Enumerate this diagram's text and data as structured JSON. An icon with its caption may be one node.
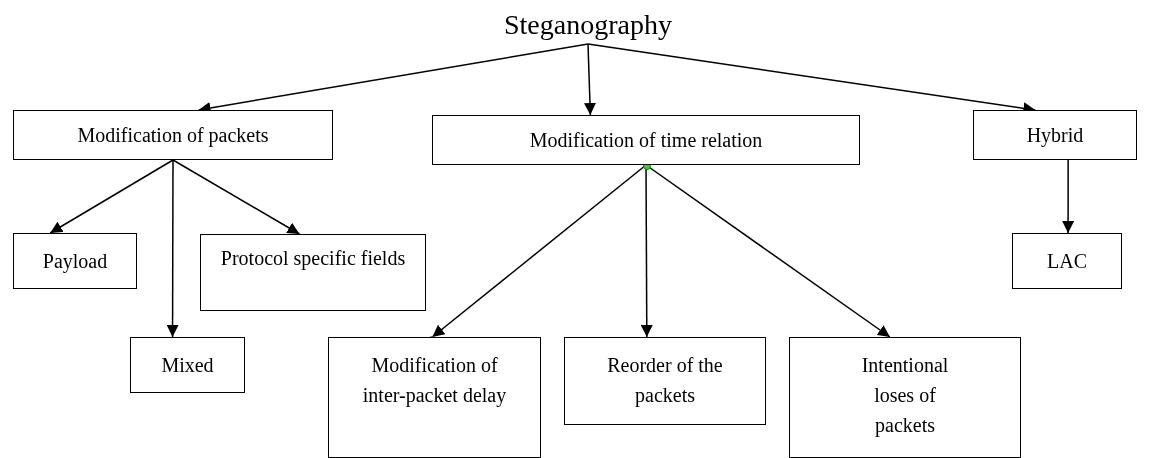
{
  "diagram": {
    "nodes": [
      {
        "text": [
          "Steganography"
        ]
      },
      {
        "text": [
          "Modification of packets"
        ]
      },
      {
        "text": [
          "Modification of time relation"
        ]
      },
      {
        "text": [
          "Hybrid"
        ]
      },
      {
        "text": [
          "Payload"
        ]
      },
      {
        "text": [
          "Protocol specific fields"
        ]
      },
      {
        "text": [
          "Mixed"
        ]
      },
      {
        "text": [
          "Modification of inter-packet delay"
        ]
      },
      {
        "text": [
          "Reorder of the packets"
        ]
      },
      {
        "text": [
          "Intentional loses of packets"
        ]
      },
      {
        "text": [
          "LAC"
        ]
      }
    ],
    "edges": [
      {
        "from": 0,
        "to": 1,
        "arrow": "to"
      },
      {
        "from": 0,
        "to": 2,
        "arrow": "to"
      },
      {
        "from": 0,
        "to": 3,
        "arrow": "to"
      },
      {
        "from": 1,
        "to": 4,
        "arrow": "to"
      },
      {
        "from": 1,
        "to": 6,
        "arrow": "to"
      },
      {
        "from": 1,
        "to": 5,
        "arrow": "to"
      },
      {
        "from": 2,
        "to": 7,
        "arrow": "to"
      },
      {
        "from": 2,
        "to": 8,
        "arrow": "to"
      },
      {
        "from": 2,
        "to": 9,
        "arrow": "to"
      },
      {
        "from": 3,
        "to": 10,
        "arrow": "to"
      }
    ]
  }
}
